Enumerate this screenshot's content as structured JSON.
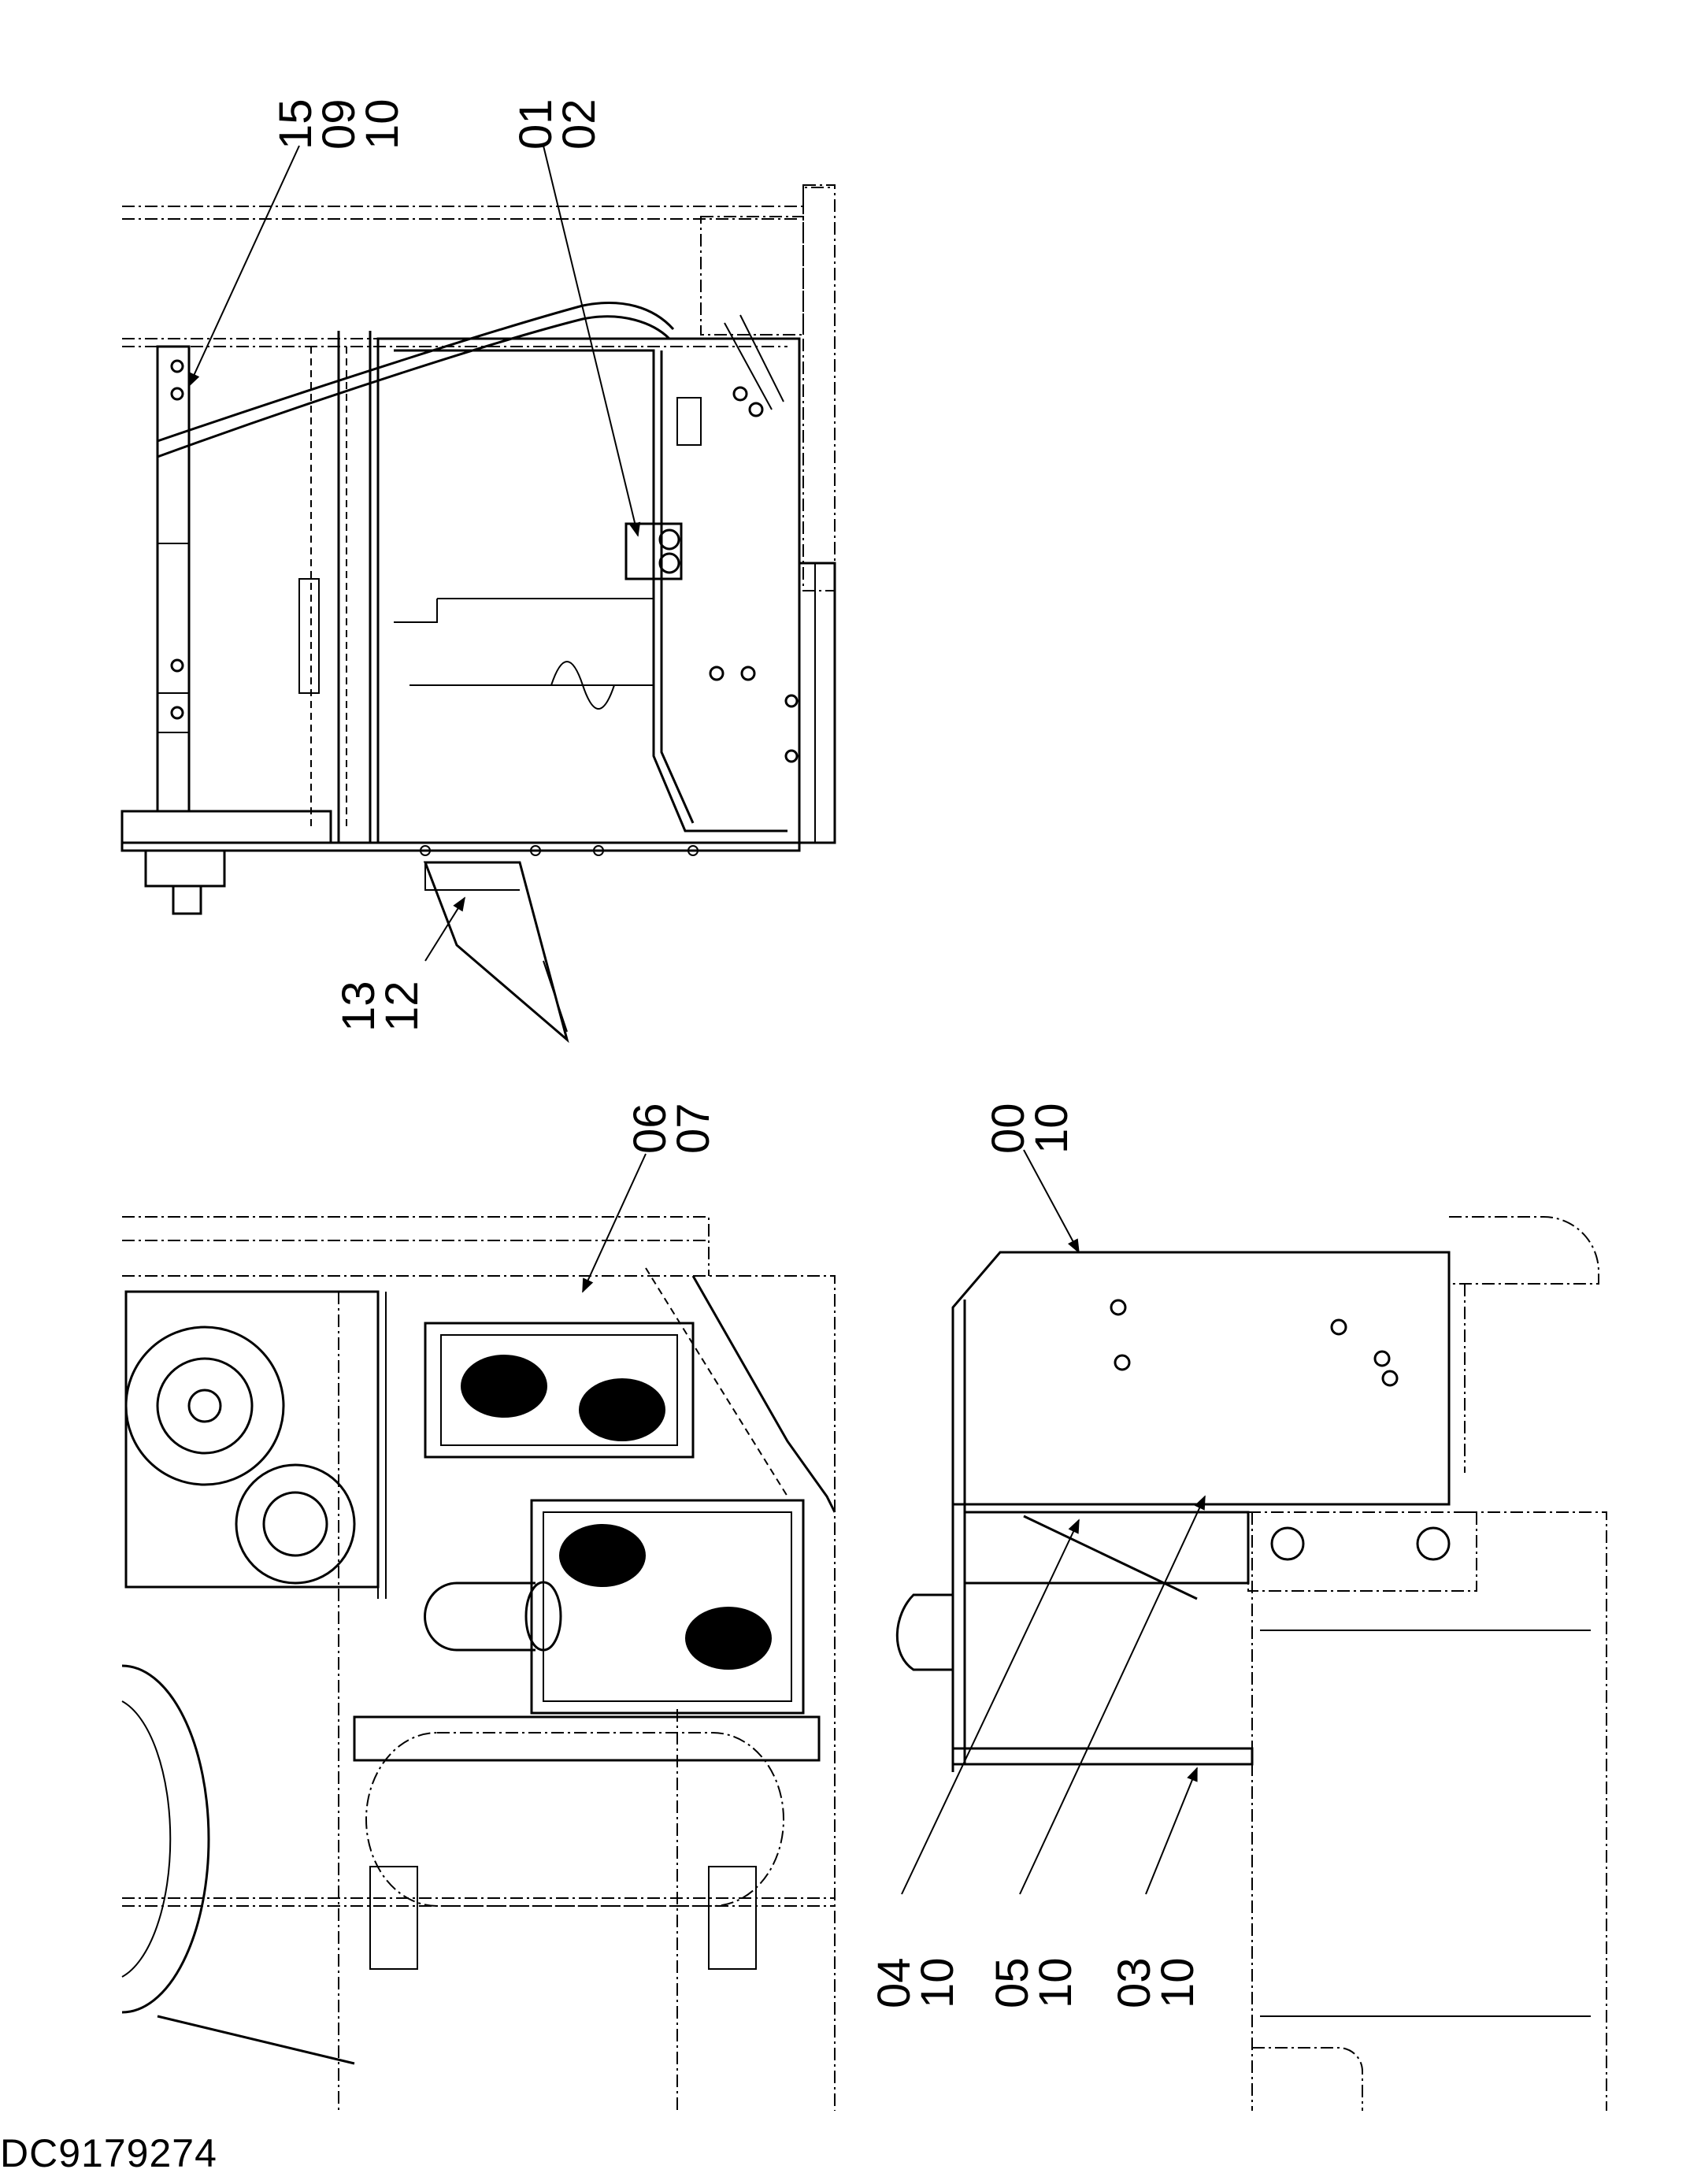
{
  "document_id": "DC9179274",
  "callouts": [
    {
      "id": "c15",
      "lines": [
        "15",
        "09",
        "10"
      ]
    },
    {
      "id": "c01",
      "lines": [
        "01",
        "02"
      ]
    },
    {
      "id": "c13",
      "lines": [
        "13",
        "12"
      ]
    },
    {
      "id": "c06",
      "lines": [
        "06",
        "07"
      ]
    },
    {
      "id": "c00",
      "lines": [
        "00",
        "10"
      ]
    },
    {
      "id": "c04",
      "lines": [
        "04",
        "10"
      ]
    },
    {
      "id": "c05",
      "lines": [
        "05",
        "10"
      ]
    },
    {
      "id": "c03",
      "lines": [
        "03",
        "10"
      ]
    }
  ]
}
